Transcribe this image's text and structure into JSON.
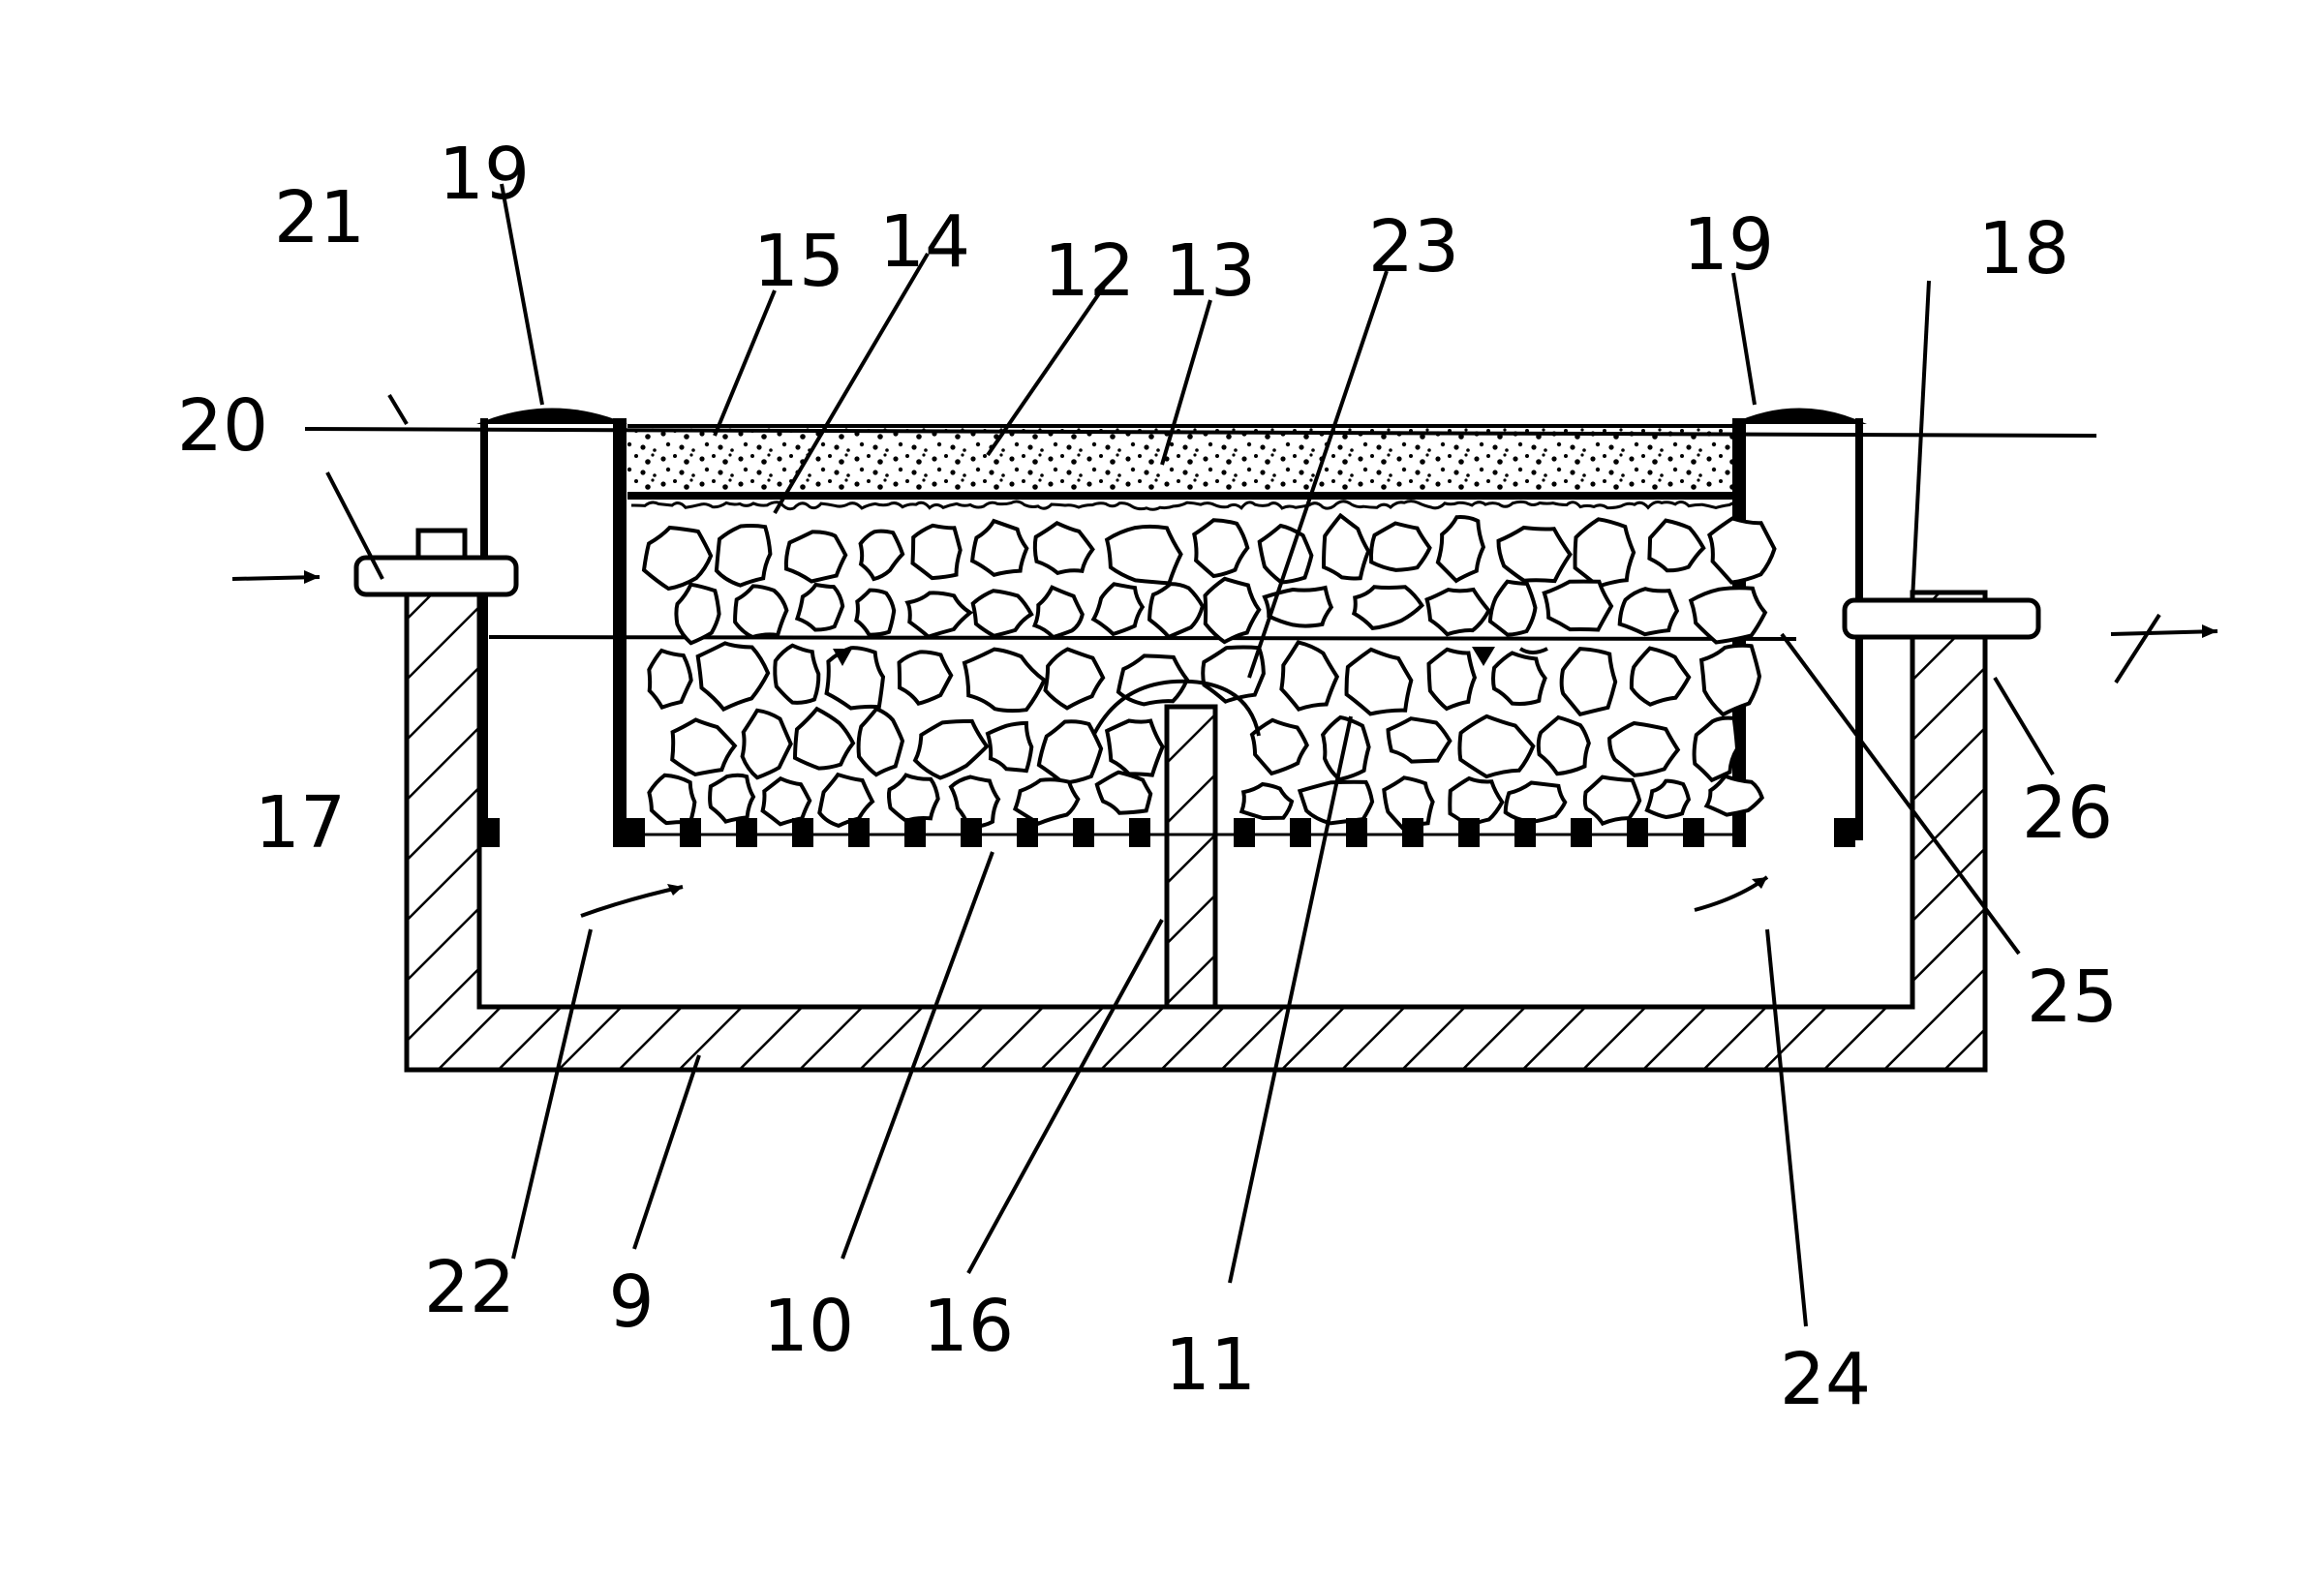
{
  "figure": {
    "background": "#ffffff",
    "ink": "#000000",
    "labels": {
      "l9": "9",
      "l10": "10",
      "l11": "11",
      "l12": "12",
      "l13": "13",
      "l14": "14",
      "l15": "15",
      "l16": "16",
      "l17": "17",
      "l18": "18",
      "l19_left": "19",
      "l19_right": "19",
      "l20": "20",
      "l21": "21",
      "l22": "22",
      "l23": "23",
      "l24": "24",
      "l25": "25",
      "l26": "26"
    }
  }
}
